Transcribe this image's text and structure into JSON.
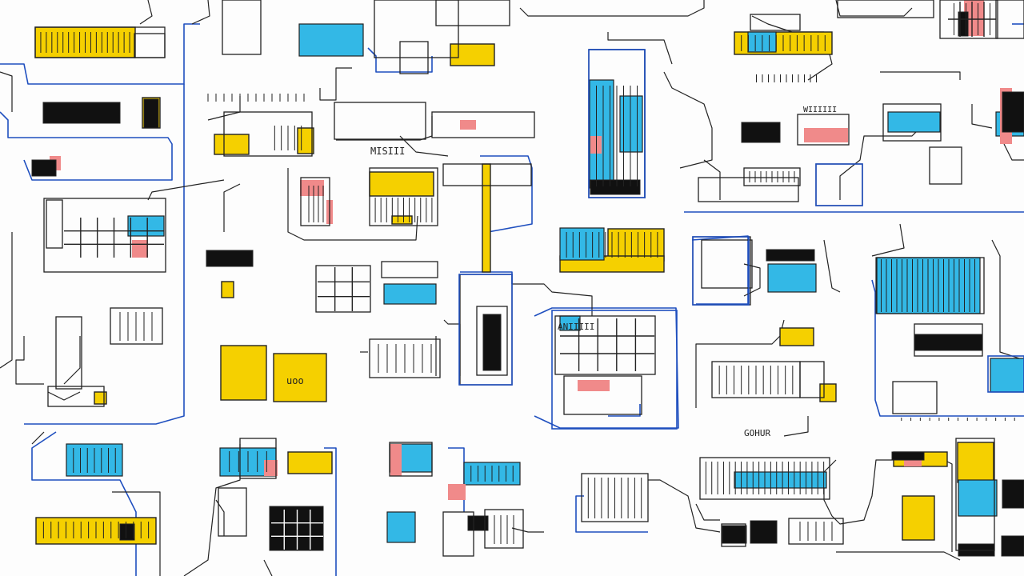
{
  "palette": {
    "background": "#fdfdfd",
    "line": "#222222",
    "line_blue": "#1f4fbf",
    "yellow": "#f5d000",
    "cyan": "#33b8e6",
    "black": "#111111",
    "pink": "#f08a8a",
    "white": "#ffffff"
  },
  "scribbles": [
    {
      "id": "scribble-1",
      "text": "MISIII"
    },
    {
      "id": "scribble-2",
      "text": "WIIIIII"
    },
    {
      "id": "scribble-3",
      "text": "uoo"
    },
    {
      "id": "scribble-4",
      "text": "ANIIIII"
    },
    {
      "id": "scribble-5",
      "text": "GOHUR"
    }
  ]
}
